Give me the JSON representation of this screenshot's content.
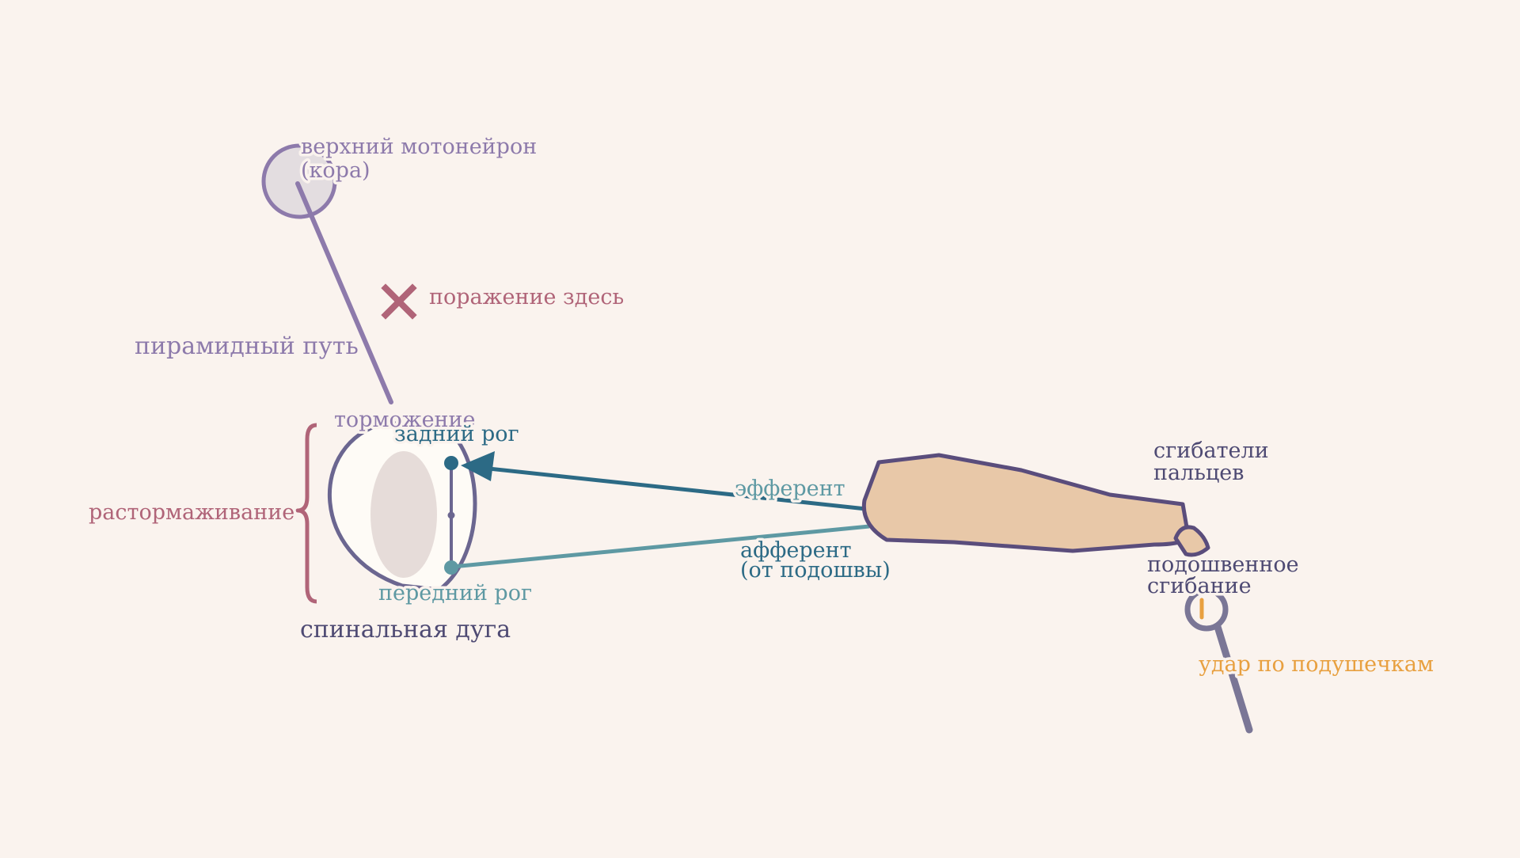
{
  "colors": {
    "background": "#faf3ee",
    "purple": "#8d7aab",
    "dark": "#4e4a73",
    "rose": "#b06478",
    "teal_dark": "#2c6a85",
    "teal_light": "#5e99a3",
    "orange": "#e8a040",
    "skin": "#e8c8a8",
    "soma": "#e3dde0"
  },
  "labels": {
    "upper_neuron_line1": "верхний мотонейрон",
    "upper_neuron_line2": "(кора)",
    "lesion": "поражение здесь",
    "pyramidal_tract": "пирамидный путь",
    "inhibition": "торможение",
    "disinhibition": "растормаживание",
    "posterior_horn": "задний рог",
    "anterior_horn": "передний рог",
    "spinal_arc": "спинальная дуга",
    "efferent": "эфферент",
    "afferent_line1": "афферент",
    "afferent_line2": "(от подошвы)",
    "toe_flexors_line1": "сгибатели",
    "toe_flexors_line2": "пальцев",
    "plantar_flexion_line1": "подошвенное",
    "plantar_flexion_line2": "сгибание",
    "strike": "удар по подушечкам"
  },
  "icons": {
    "lesion": "cross-mark-icon",
    "hammer": "reflex-hammer-icon"
  }
}
